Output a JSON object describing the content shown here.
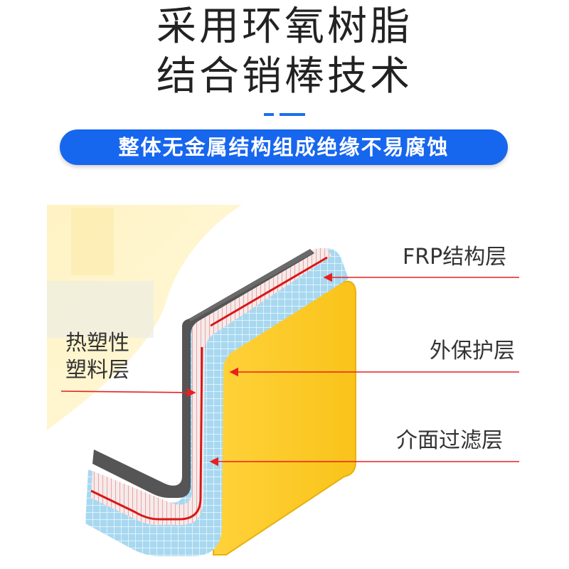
{
  "heading": {
    "line1": "采用环氧树脂",
    "line2": "结合销棒技术"
  },
  "banner": {
    "text": "整体无金属结构组成绝缘不易腐蚀"
  },
  "diagram": {
    "labels": {
      "frp": "FRP结构层",
      "outer": "外保护层",
      "interface": "介面过滤层",
      "thermo_line1": "热塑性",
      "thermo_line2": "塑料层"
    },
    "colors": {
      "outer_layer": "#ffcc22",
      "frp_layer": "#a8d8f0",
      "interface_layer": "#f6eaea",
      "thermoplastic_layer": "#555555",
      "pointer_red": "#e82020",
      "accent_blue": "#1766ee"
    }
  }
}
